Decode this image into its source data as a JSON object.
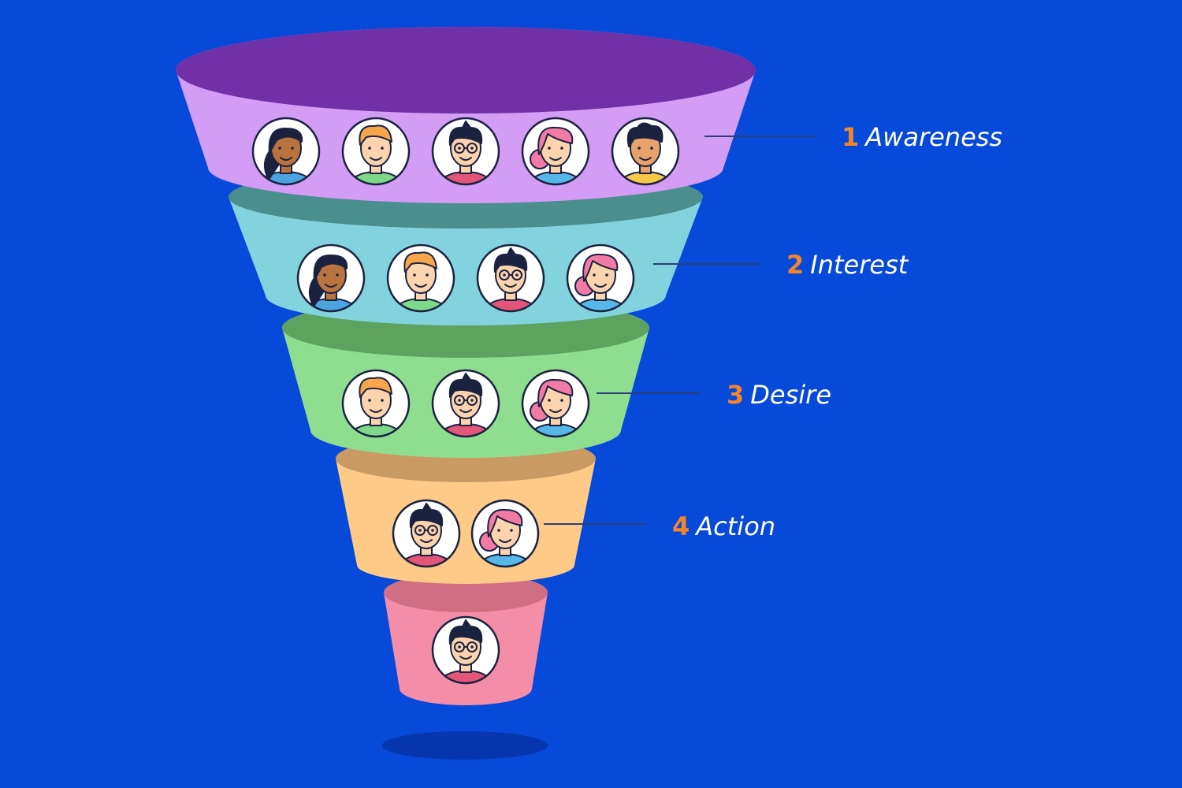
{
  "background_color": "#0749D9",
  "accent_color": "#F2852A",
  "stages": [
    {
      "number": "1",
      "label": "Awareness",
      "colors": {
        "face": "#D39CF5",
        "inner": "#7030A6"
      },
      "people": [
        "woman-ponytail-avatar",
        "blond-man-avatar",
        "man-glasses-avatar",
        "pink-hair-woman-avatar",
        "curly-hair-man-avatar"
      ]
    },
    {
      "number": "2",
      "label": "Interest",
      "colors": {
        "face": "#82D3DE",
        "inner": "#4A8E8D"
      },
      "people": [
        "woman-ponytail-avatar",
        "blond-man-avatar",
        "man-glasses-avatar",
        "pink-hair-woman-avatar"
      ]
    },
    {
      "number": "3",
      "label": "Desire",
      "colors": {
        "face": "#8FDE90",
        "inner": "#5DA35F"
      },
      "people": [
        "blond-man-avatar",
        "man-glasses-avatar",
        "pink-hair-woman-avatar"
      ]
    },
    {
      "number": "4",
      "label": "Action",
      "colors": {
        "face": "#FDCB87",
        "inner": "#C99A63"
      },
      "people": [
        "man-glasses-avatar",
        "pink-hair-woman-avatar"
      ]
    },
    {
      "number": "",
      "label": "",
      "colors": {
        "face": "#F48EA8",
        "inner": "#D06F84"
      },
      "people": [
        "man-glasses-avatar"
      ]
    }
  ]
}
